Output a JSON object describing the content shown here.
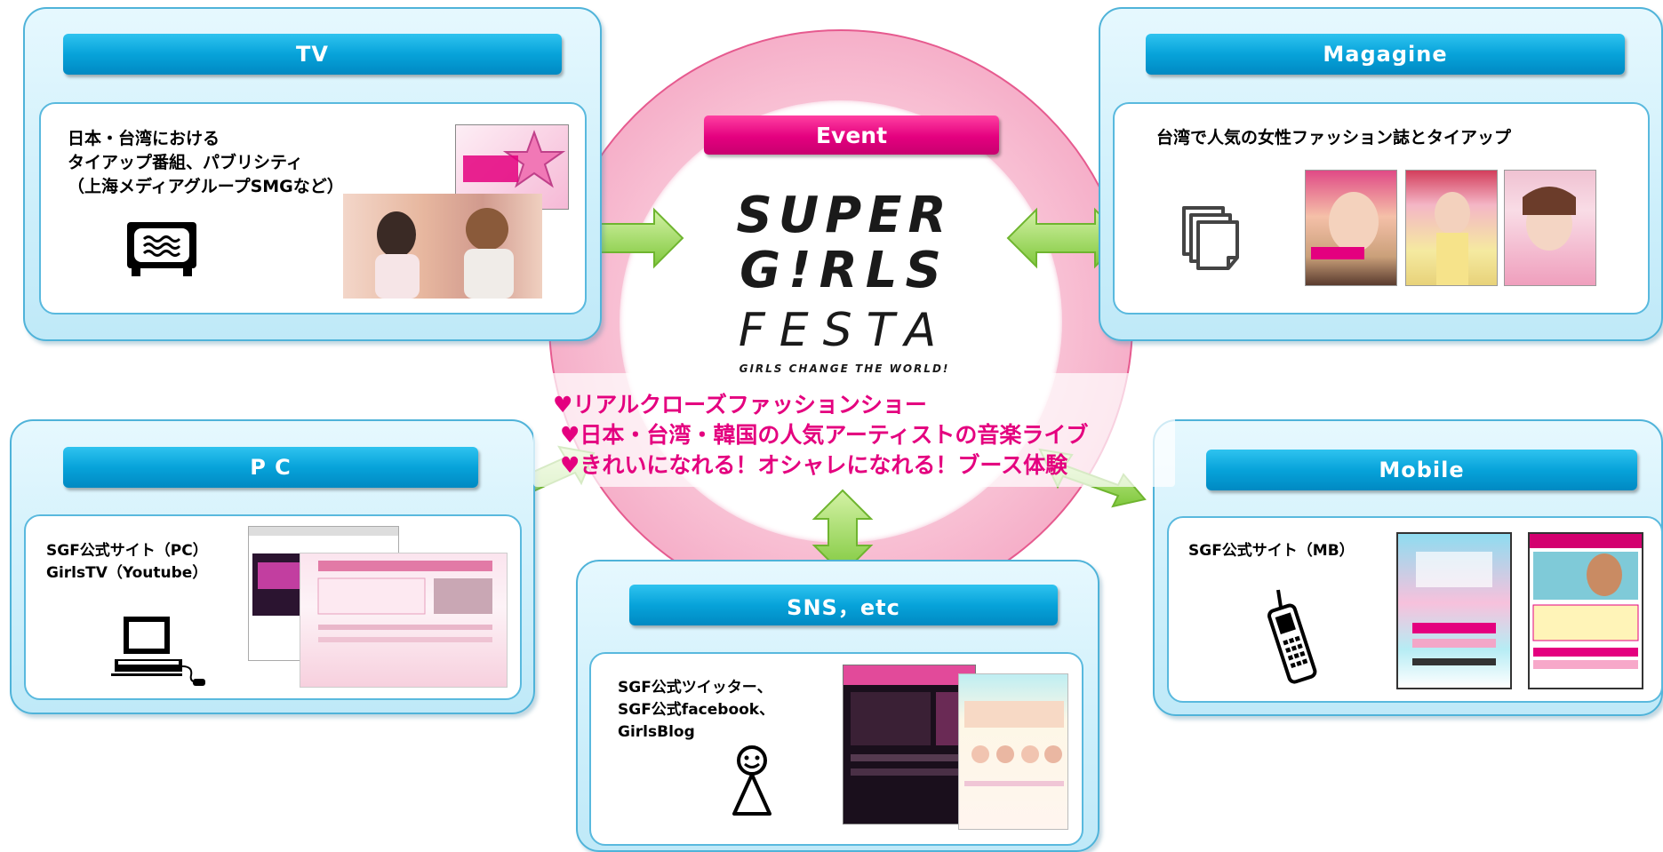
{
  "tv": {
    "title": "TV",
    "lines": [
      "日本・台湾における",
      "タイアップ番組、パブリシティ",
      "（上海メディアグループSMGなど）"
    ]
  },
  "magazine": {
    "title": "Magagine",
    "text": "台湾で人気の女性ファッション誌とタイアップ"
  },
  "pc": {
    "title": "P C",
    "lines": [
      "SGF公式サイト（PC）",
      "GirlsTV（Youtube）"
    ]
  },
  "sns": {
    "title": "SNS，etc",
    "lines": [
      "SGF公式ツイッター、",
      "SGF公式facebook、",
      "GirlsBlog"
    ]
  },
  "mobile": {
    "title": "Mobile",
    "text": "SGF公式サイト（MB）"
  },
  "event": {
    "title": "Event",
    "logo": [
      "SUPER",
      "G!RLS",
      "FESTA",
      "GIRLS CHANGE THE WORLD!"
    ],
    "features": [
      "♥リアルクローズファッションショー",
      "♥日本・台湾・韓国の人気アーティストの音楽ライブ",
      "♥きれいになれる！オシャレになれる！ブース体験"
    ]
  },
  "colors": {
    "header_blue": "#07a3da",
    "event_pink": "#e4007f",
    "arrow_green": "#8ed34a",
    "panel_border": "#4fb3d9"
  },
  "icons": {
    "tv": "tv-icon",
    "magazine": "documents-icon",
    "pc": "laptop-icon",
    "sns": "person-icon",
    "mobile": "mobile-phone-icon"
  }
}
